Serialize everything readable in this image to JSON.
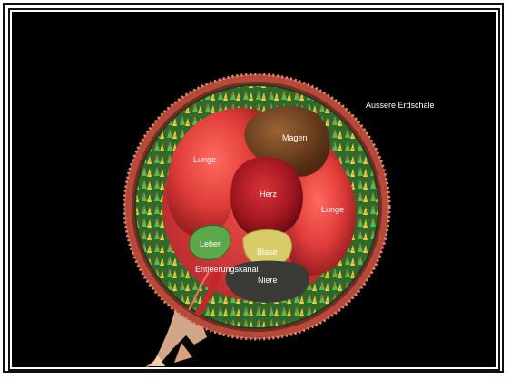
{
  "labels": {
    "outer_shell": "Aussere Erdschale",
    "stomach": "Magen",
    "lung_left": "Lunge",
    "heart": "Herz",
    "lung_right": "Lunge",
    "liver": "Leber",
    "bladder": "Blase",
    "excretory_canal": "Entleerungskanal",
    "kidney": "Niere"
  },
  "colors": {
    "background": "#000000",
    "frame": "#111111",
    "shell": "#c8604a",
    "vegetation_green": "#3f8f3a",
    "vegetation_yellow": "#e8d23a",
    "lung": "#d63a3a",
    "heart": "#a31822",
    "stomach": "#6e3e1c",
    "liver": "#5aa84a",
    "bladder": "#d8cc6a",
    "kidney": "#3a3a36",
    "root_debris": "#e8b898"
  }
}
